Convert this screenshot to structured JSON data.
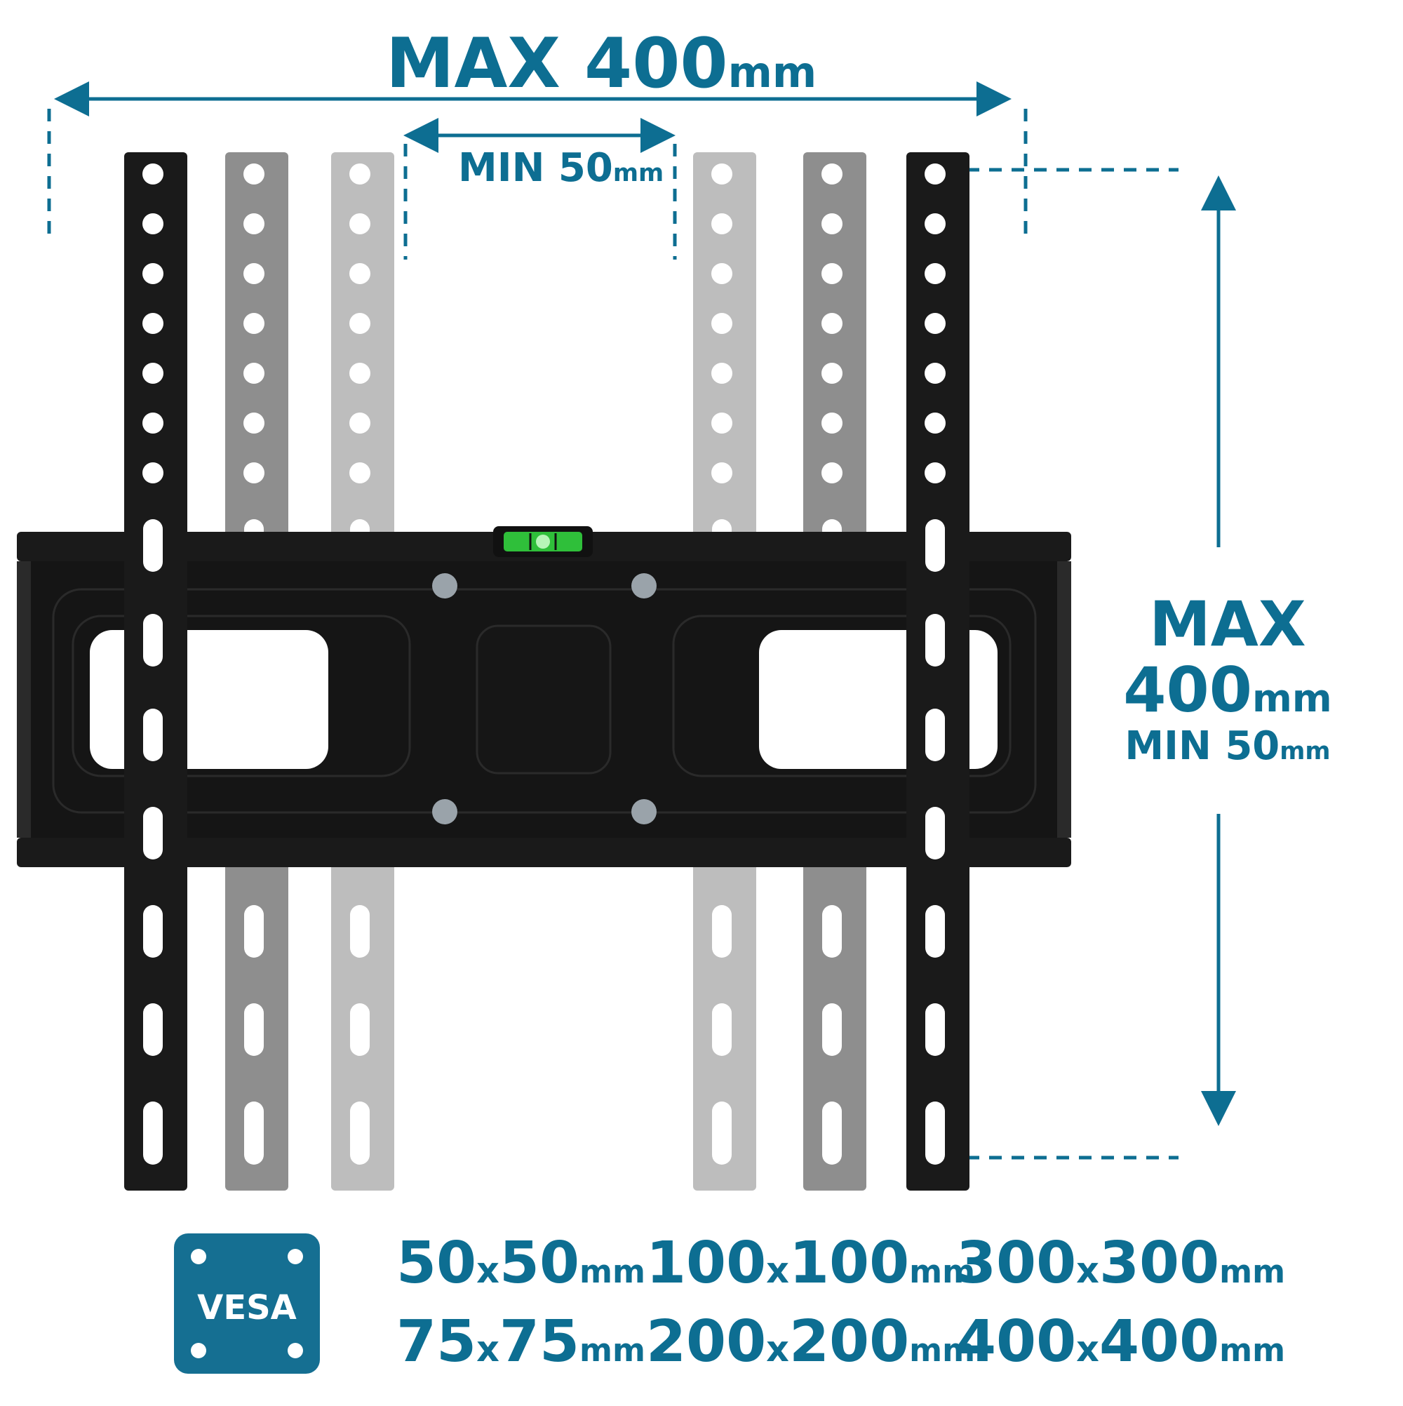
{
  "width_dimension": {
    "max_label": "MAX 400",
    "max_unit": "mm",
    "min_label": "MIN 50",
    "min_unit": "mm"
  },
  "height_dimension": {
    "max_label": "MAX",
    "max_value": "400",
    "max_unit": "mm",
    "min_label": "MIN 50",
    "min_unit": "mm"
  },
  "vesa": {
    "badge_label": "VESA",
    "x_sep": "x",
    "unit": "mm",
    "sizes": [
      {
        "w": "50",
        "h": "50"
      },
      {
        "w": "100",
        "h": "100"
      },
      {
        "w": "300",
        "h": "300"
      },
      {
        "w": "75",
        "h": "75"
      },
      {
        "w": "200",
        "h": "200"
      },
      {
        "w": "400",
        "h": "400"
      }
    ]
  },
  "colors": {
    "accent": "#0d6e92",
    "bracket": "#1a1a1a",
    "bracket_ghost_dark": "#8e8e8e",
    "bracket_ghost_light": "#bdbdbd",
    "level_bubble": "#2fbf3a"
  }
}
